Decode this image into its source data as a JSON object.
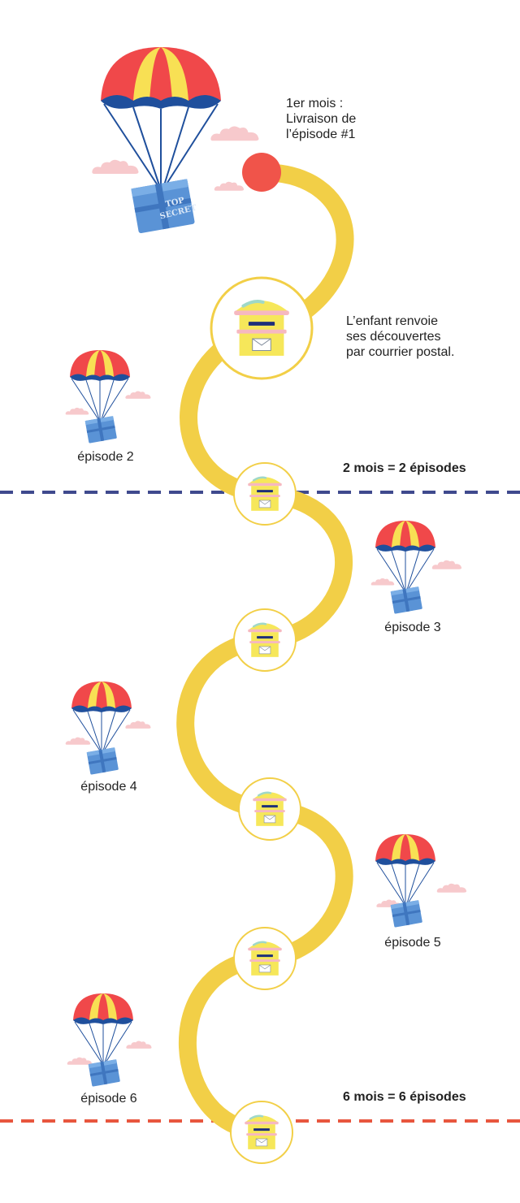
{
  "colors": {
    "path": "#f2cf47",
    "start_dot": "#f0544a",
    "divider_2": "#3f4a8e",
    "divider_6": "#e8563e",
    "balloon_red": "#f0484a",
    "balloon_yellow": "#f8e054",
    "balloon_blue": "#1f4f9c",
    "box_blue": "#5a93d6",
    "cloud_pink": "#f7c9cc",
    "mailbox_yellow": "#f6e75a",
    "mailbox_pink": "#f6b8c0",
    "mailbox_slot": "#1e2f7a"
  },
  "icons": {
    "parachute": "parachute-box-icon",
    "mailbox": "mailbox-icon",
    "envelope": "envelope-icon",
    "cloud": "cloud-icon"
  },
  "intro": {
    "line1": "1er mois :",
    "line2": "Livraison de",
    "line3": "l’épisode #1"
  },
  "return_note": {
    "line1": "L’enfant renvoie",
    "line2": "ses découvertes",
    "line3": "par courrier postal."
  },
  "box_label": {
    "line1": "TOP",
    "line2": "SECRET"
  },
  "episodes": [
    "épisode 2",
    "épisode 3",
    "épisode 4",
    "épisode 5",
    "épisode 6"
  ],
  "summaries": {
    "two_months": "2 mois = 2 épisodes",
    "six_months": "6 mois = 6 épisodes"
  }
}
